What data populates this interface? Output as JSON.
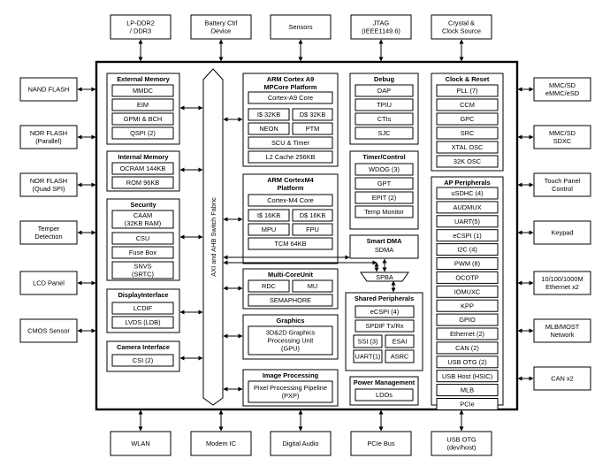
{
  "top_devices": [
    {
      "lines": [
        "LP-DDR2",
        "/ DDR3"
      ]
    },
    {
      "lines": [
        "Battery Ctrl",
        "Device"
      ]
    },
    {
      "lines": [
        "Sensors"
      ]
    },
    {
      "lines": [
        "JTAG",
        "(IEEE1149.6)"
      ]
    },
    {
      "lines": [
        "Crystal &",
        "Clock Source"
      ]
    }
  ],
  "bottom_devices": [
    {
      "lines": [
        "WLAN"
      ]
    },
    {
      "lines": [
        "Modem IC"
      ]
    },
    {
      "lines": [
        "Digital Audio"
      ]
    },
    {
      "lines": [
        "PCIe Bus"
      ]
    },
    {
      "lines": [
        "USB OTG",
        "(dev/host)"
      ]
    }
  ],
  "left_devices": [
    {
      "lines": [
        "NAND FLASH"
      ]
    },
    {
      "lines": [
        "NOR FLASH",
        "(Parallel)"
      ]
    },
    {
      "lines": [
        "NOR FLASH",
        "(Quad SPI)"
      ]
    },
    {
      "lines": [
        "Temper",
        "Detection"
      ]
    },
    {
      "lines": [
        "LCD Panel"
      ]
    },
    {
      "lines": [
        "CMOS Sensor"
      ]
    }
  ],
  "right_devices": [
    {
      "lines": [
        "MMC/SD",
        "eMMC/eSD"
      ]
    },
    {
      "lines": [
        "MMC/SD",
        "SDXC"
      ]
    },
    {
      "lines": [
        "Touch Panel",
        "Control"
      ]
    },
    {
      "lines": [
        "Keypad"
      ]
    },
    {
      "lines": [
        "10/100/1000M",
        "Ethernet x2"
      ]
    },
    {
      "lines": [
        "MLB/MOST",
        "Network"
      ]
    },
    {
      "lines": [
        "CAN x2"
      ]
    }
  ],
  "bus_label": "AXI and AHB Switch Fabric",
  "external_memory": {
    "title": "External Memory",
    "items": [
      "MMDC",
      "EIM",
      "GPMI & BCH",
      "QSPI (2)"
    ]
  },
  "internal_memory": {
    "title": "Internal Memory",
    "items": [
      "OCRAM 144KB",
      "ROM 96KB"
    ]
  },
  "security": {
    "title": "Security",
    "items": [
      [
        "CAAM",
        "(32KB RAM)"
      ],
      [
        "CSU"
      ],
      [
        "Fuse Box"
      ],
      [
        "SNVS",
        "(SRTC)"
      ]
    ]
  },
  "display": {
    "title": "DisplayInterface",
    "items": [
      "LCDIF",
      "LVDS (LDB)"
    ]
  },
  "camera": {
    "title": "Camera Interface",
    "items": [
      "CSI (2)"
    ]
  },
  "a9": {
    "title": [
      "ARM Cortex A9",
      "MPCore Platform"
    ],
    "core": "Cortex-A9 Core",
    "icache": "I$ 32KB",
    "dcache": "D$ 32KB",
    "neon": "NEON",
    "ptm": "PTM",
    "scu": "SCU & Timer",
    "l2": "L2 Cache 256KB"
  },
  "m4": {
    "title": [
      "ARM CortexM4",
      "Platform"
    ],
    "core": "Cortex-M4 Core",
    "icache": "I$ 16KB",
    "dcache": "D$ 16KB",
    "mpu": "MPU",
    "fpu": "FPU",
    "tcm": "TCM 64KB"
  },
  "multicore": {
    "title": "Multi-CoreUnit",
    "rdc": "RDC",
    "mu": "MU",
    "sema": "SEMAPHORE"
  },
  "graphics": {
    "title": "Graphics",
    "gpu": [
      "3D&2D Graphics",
      "Processing Unit",
      "(GPU)"
    ]
  },
  "image": {
    "title": "Image Processing",
    "pxp": [
      "Pixel Processing Pipeline",
      "(PXP)"
    ]
  },
  "debug": {
    "title": "Debug",
    "items": [
      "DAP",
      "TPIU",
      "CTIs",
      "SJC"
    ]
  },
  "timer": {
    "title": "Timer/Control",
    "items": [
      "WDOG (3)",
      "GPT",
      "EPIT (2)",
      "Temp Monitor"
    ]
  },
  "sdma": {
    "title": "Smart DMA",
    "sub": "SDMA"
  },
  "spba": "SPBA",
  "shared": {
    "title": "Shared Peripherals",
    "ecspi": "eCSPI (4)",
    "spdif": "SPDIF Tx/Rx",
    "ssi": "SSI (3)",
    "esai": "ESAI",
    "uart": "UART(1)",
    "asrc": "ASRC"
  },
  "power": {
    "title": "Power Management",
    "items": [
      "LDOs"
    ]
  },
  "clock": {
    "title": "Clock & Reset",
    "items": [
      "PLL (7)",
      "CCM",
      "GPC",
      "SRC",
      "XTAL OSC",
      "32K OSC"
    ]
  },
  "ap": {
    "title": "AP Peripherals",
    "items": [
      "uSDHC (4)",
      "AUDMUX",
      "UART(5)",
      "eCSPI (1)",
      "I2C (4)",
      "PWM (8)",
      "OCOTP",
      "IOMUXC",
      "KPP",
      "GPIO",
      "Ethernet (2)",
      "CAN (2)",
      "USB OTG (2)",
      "USB Host (HSIC)",
      "MLB",
      "PCIe"
    ]
  }
}
